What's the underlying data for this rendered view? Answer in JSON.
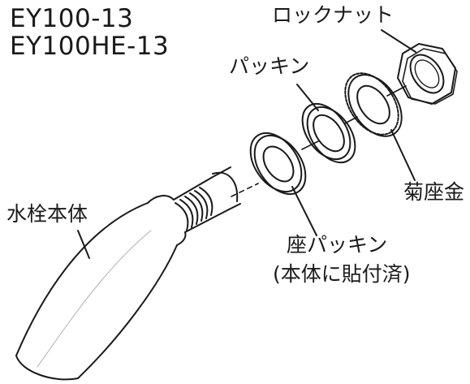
{
  "models": [
    "EY100-13",
    "EY100HE-13"
  ],
  "labels": {
    "locknut": "ロックナット",
    "packing": "パッキン",
    "chrysanthemum_washer": "菊座金",
    "faucet_body": "水栓本体",
    "seat_packing": "座パッキン",
    "seat_packing_note": "(本体に貼付済)"
  },
  "colors": {
    "line": "#1a1a1a",
    "background": "#ffffff"
  }
}
